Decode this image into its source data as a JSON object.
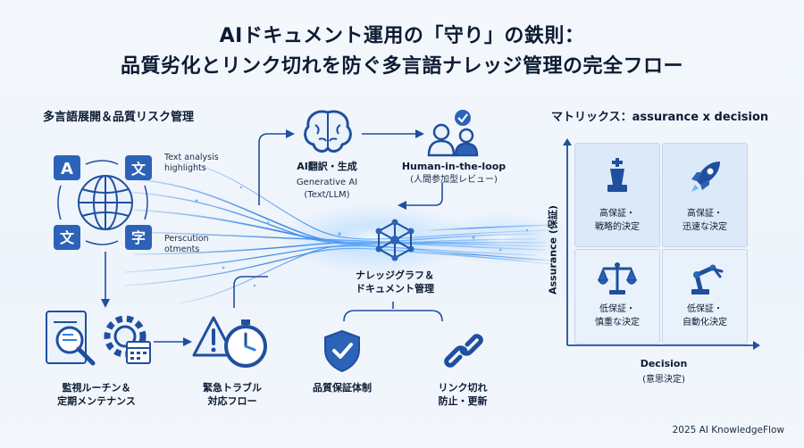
{
  "title": {
    "line1": "AIドキュメント運用の「守り」の鉄則：",
    "line2": "品質劣化とリンク切れを防ぐ多言語ナレッジ管理の完全フロー"
  },
  "left_section": {
    "heading": "多言語展開＆品質リスク管理",
    "text_analysis": "Text analysis\nhighlights",
    "persecution": "Perscution\notments",
    "monitoring": "監視ルーチン＆\n定期メンテナンス",
    "emergency": "緊急トラブル\n対応フロー"
  },
  "center": {
    "ai_translation": "AI翻訳・生成",
    "generative_ai": "Generative AI\n(Text/LLM)",
    "hitl": "Human-in-the-loop",
    "hitl_sub": "(人間参加型レビュー)",
    "knowledge_graph": "ナレッジグラフ＆\nドキュメント管理",
    "quality_system": "品質保証体制",
    "link_break": "リンク切れ\n防止・更新"
  },
  "matrix": {
    "heading": "マトリックス：assurance x decision",
    "y_axis": "Assurance (保証)",
    "x_axis": "Decision",
    "x_axis_sub": "(意思決定)",
    "cells": [
      {
        "label": "高保証・\n戦略的決定",
        "icon": "chess-king-icon"
      },
      {
        "label": "高保証・\n迅速な決定",
        "icon": "rocket-icon"
      },
      {
        "label": "低保証・\n慎重な決定",
        "icon": "scales-icon"
      },
      {
        "label": "低保証・\n自動化決定",
        "icon": "robot-arm-icon"
      }
    ]
  },
  "footer": "2025 AI KnowledgeFlow",
  "colors": {
    "primary": "#1f4f9e",
    "accent": "#2f7fe0",
    "light": "#d8e6f7",
    "glow": "#6fb3ff"
  }
}
